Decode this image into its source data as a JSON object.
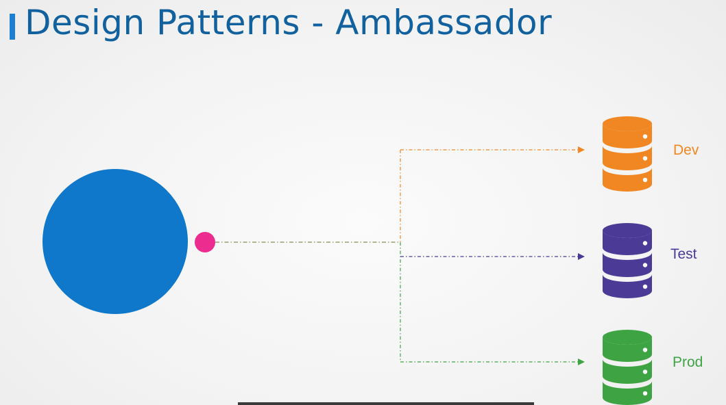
{
  "title": "Design Patterns - Ambassador",
  "colors": {
    "title": "#12619f",
    "accent_bar": "#1c7fcf",
    "app_circle": "#0f78cb",
    "ambassador_dot": "#ec2d8f",
    "main_link": "#8a8a52"
  },
  "targets": [
    {
      "id": "dev",
      "label": "Dev",
      "color": "#f18722",
      "icon": "database-icon"
    },
    {
      "id": "test",
      "label": "Test",
      "color": "#4b3a96",
      "icon": "database-icon"
    },
    {
      "id": "prod",
      "label": "Prod",
      "color": "#3ea443",
      "icon": "database-icon"
    }
  ]
}
